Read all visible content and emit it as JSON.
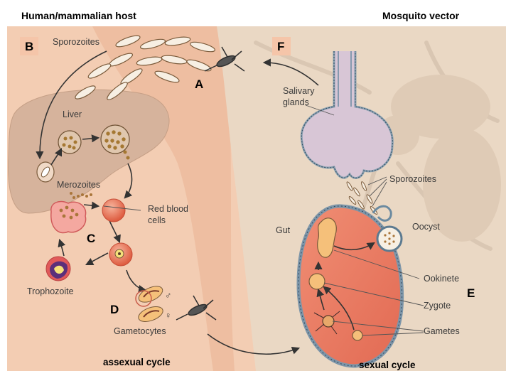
{
  "headers": {
    "host": "Human/mammalian host",
    "vector": "Mosquito vector"
  },
  "letters": {
    "a": "A",
    "b": "B",
    "c": "C",
    "d": "D",
    "e": "E",
    "f": "F"
  },
  "labels": {
    "sporozoites_host": "Sporozoites",
    "liver": "Liver",
    "merozoites": "Merozoites",
    "red_blood_line1": "Red blood",
    "red_blood_line2": "cells",
    "trophozoite": "Trophozoite",
    "gametocytes": "Gametocytes",
    "salivary_line1": "Salivary",
    "salivary_line2": "glands",
    "sporozoites_vector": "Sporozoites",
    "gut": "Gut",
    "oocyst": "Oocyst",
    "ookinete": "Ookinete",
    "zygote": "Zygote",
    "gametes": "Gametes",
    "male_symbol": "♂",
    "female_symbol": "♀"
  },
  "footers": {
    "asexual": "assexual cycle",
    "sexual": "sexual cycle"
  },
  "colors": {
    "skin_bg": "#f3cdb3",
    "body_silhouette": "#eab292",
    "liver": "#d9b7a0",
    "mosquito_bg": "#e9d9c5",
    "gut_fill": "#e9826a",
    "rbc": "#e8684a"
  }
}
